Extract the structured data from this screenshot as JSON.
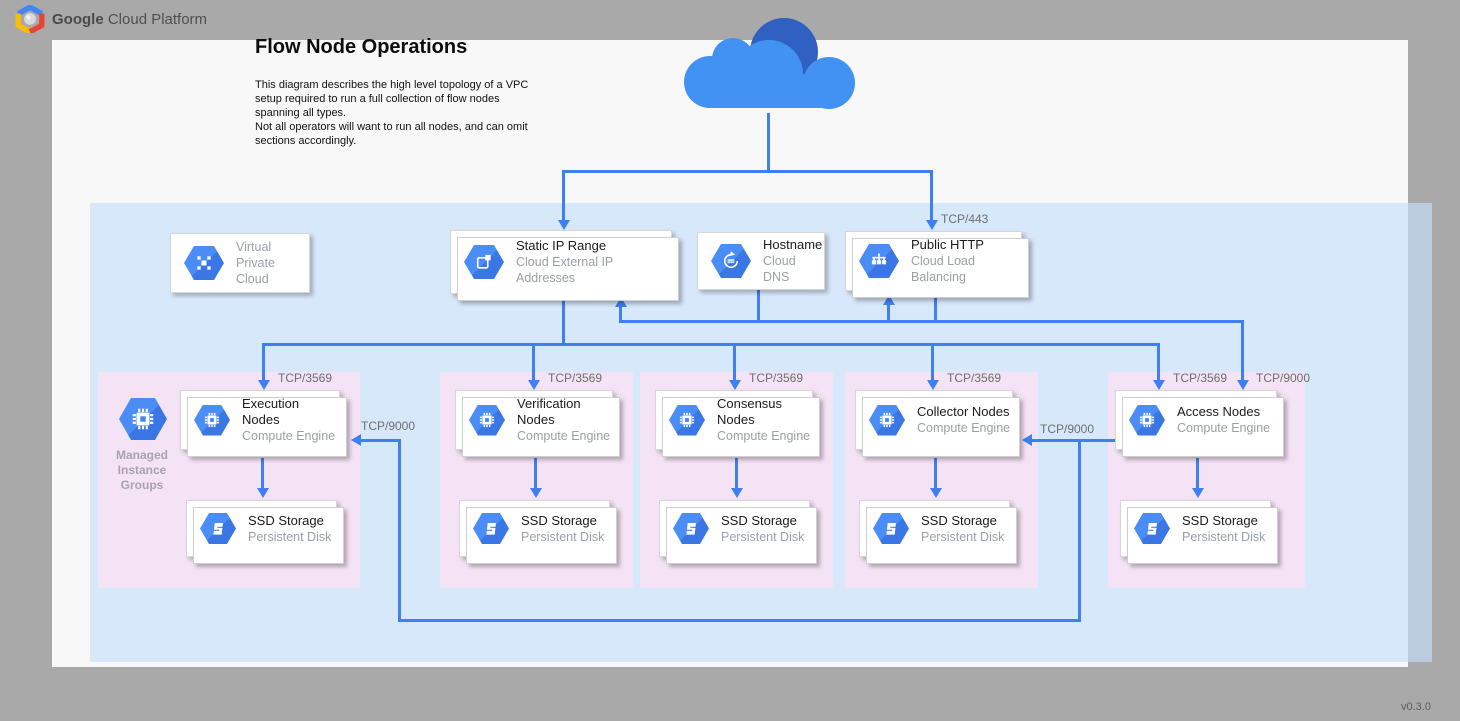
{
  "header": {
    "logo_bold": "Google",
    "logo_rest": " Cloud Platform"
  },
  "title": "Flow Node Operations",
  "description": "This diagram describes the high level topology of a VPC setup required to run a full collection of flow nodes spanning all types.\nNot all operators will want to run all nodes, and can omit sections accordingly.",
  "version": "v0.3.0",
  "colors": {
    "accent_blue": "#3e7ff2",
    "cloud_light": "#4292f4",
    "cloud_dark": "#3061c2",
    "vpc_fill": "#d9e8fb",
    "group_fill": "#f4e3f5",
    "hexagon_blue": "#4285f4"
  },
  "ports": {
    "tcp443": "TCP/443",
    "tcp3569": "TCP/3569",
    "tcp9000": "TCP/9000"
  },
  "top_cards": {
    "vpc": {
      "line1": "Virtual",
      "line2": "Private Cloud",
      "icon": "vpc-icon"
    },
    "static_ip": {
      "title": "Static IP Range",
      "subtitle": "Cloud External IP Addresses",
      "icon": "external-ip-icon"
    },
    "hostname": {
      "title": "Hostname",
      "subtitle": "Cloud DNS",
      "icon": "cloud-dns-icon"
    },
    "public_http": {
      "title": "Public HTTP",
      "subtitle": "Cloud Load Balancing",
      "icon": "load-balancing-icon"
    }
  },
  "mig": {
    "label": "Managed\nInstance\nGroups",
    "icon": "compute-chip-icon"
  },
  "groups": [
    {
      "title": "Execution Nodes",
      "subtitle": "Compute Engine",
      "storage_title": "SSD Storage",
      "storage_subtitle": "Persistent Disk"
    },
    {
      "title": "Verification Nodes",
      "subtitle": "Compute Engine",
      "storage_title": "SSD Storage",
      "storage_subtitle": "Persistent Disk"
    },
    {
      "title": "Consensus Nodes",
      "subtitle": "Compute Engine",
      "storage_title": "SSD Storage",
      "storage_subtitle": "Persistent Disk"
    },
    {
      "title": "Collector Nodes",
      "subtitle": "Compute Engine",
      "storage_title": "SSD Storage",
      "storage_subtitle": "Persistent Disk"
    },
    {
      "title": "Access Nodes",
      "subtitle": "Compute Engine",
      "storage_title": "SSD Storage",
      "storage_subtitle": "Persistent Disk"
    }
  ]
}
